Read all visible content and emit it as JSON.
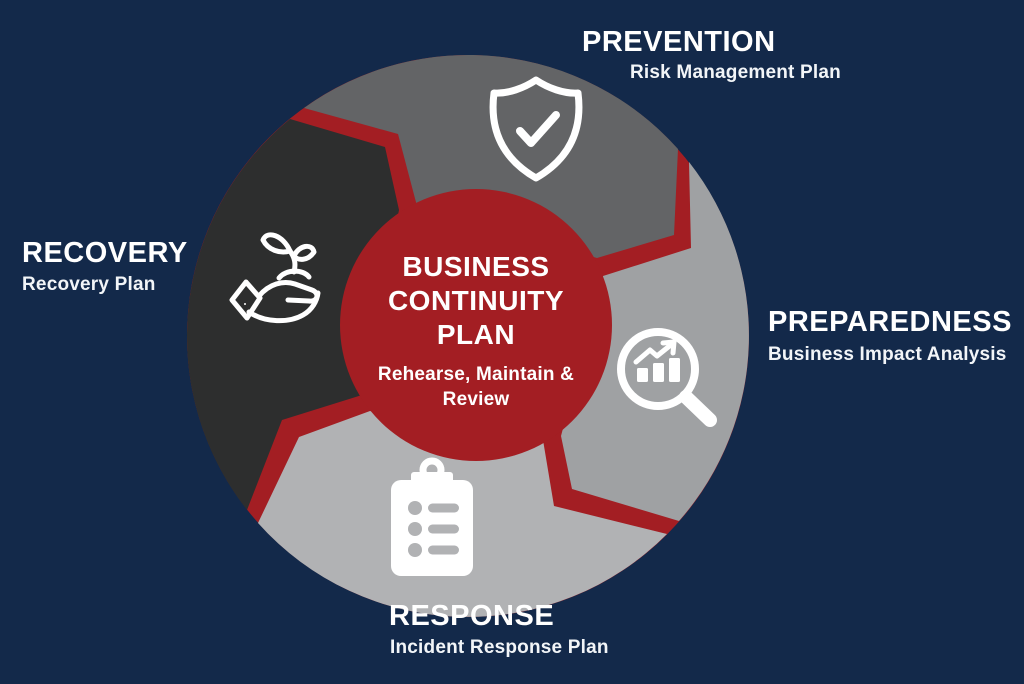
{
  "title": "Business Continuity Plan cycle diagram",
  "colors": {
    "background": "#13294a",
    "red": "#a31e23",
    "white": "#ffffff"
  },
  "center": {
    "line1": "BUSINESS",
    "line2": "CONTINUITY",
    "line3": "PLAN",
    "subtitle": "Rehearse, Maintain & Review"
  },
  "quadrants": [
    {
      "label": "PREVENTION",
      "sublabel": "Risk Management Plan",
      "icon": "shield-check-icon",
      "segment_color": "#636466"
    },
    {
      "label": "PREPAREDNESS",
      "sublabel": "Business Impact Analysis",
      "icon": "magnifier-bar-chart-icon",
      "segment_color": "#9fa1a3"
    },
    {
      "label": "RESPONSE",
      "sublabel": "Incident Response Plan",
      "icon": "clipboard-checklist-icon",
      "segment_color": "#b1b2b4"
    },
    {
      "label": "RECOVERY",
      "sublabel": "Recovery Plan",
      "icon": "hand-sprout-icon",
      "segment_color": "#2d2e2e"
    }
  ]
}
